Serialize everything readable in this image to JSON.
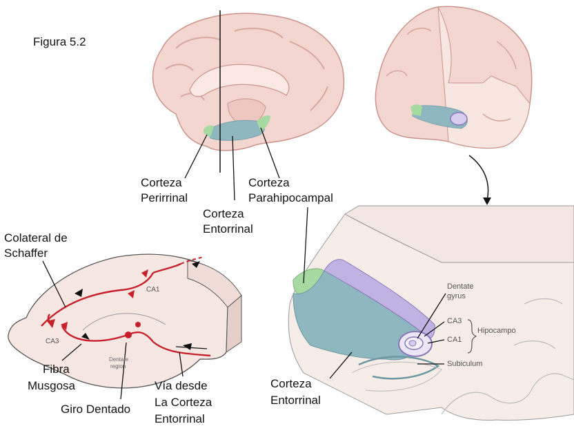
{
  "figure": {
    "title": "Figura 5.2"
  },
  "medial_view": {
    "labels": {
      "perirhinal_1": "Corteza",
      "perirhinal_2": "Perirrinal",
      "entorhinal_1": "Corteza",
      "entorhinal_2": "Entorrinal",
      "parahippo_1": "Corteza",
      "parahippo_2": "Parahipocampal"
    }
  },
  "hippocampus_circuit": {
    "labels": {
      "schaffer_1": "Colateral de",
      "schaffer_2": "Schaffer",
      "mossy_1": "Fibra",
      "mossy_2": "Musgosa",
      "dentate": "Giro Dentado",
      "path_1": "Vía desde",
      "path_2": "La Corteza",
      "path_3": "Entorrinal",
      "ca1": "CA1",
      "ca3": "CA3",
      "region_1": "Dentate",
      "region_2": "region"
    }
  },
  "section_view": {
    "labels": {
      "dentate_1": "Dentate",
      "dentate_2": "gyrus",
      "ca3": "CA3",
      "ca1": "CA1",
      "hippocampus": "Hipocampo",
      "subiculum": "Subiculum",
      "entorhinal_1": "Corteza",
      "entorhinal_2": "Entorrinal"
    }
  },
  "colors": {
    "brain_fill": "#f3d6cf",
    "brain_stroke": "#c9938a",
    "gyri": "#e8c0b8",
    "entorhinal_blue": "#8fb7c0",
    "perirhinal_green": "#a7d9a2",
    "ca_purple": "#b7a9d9",
    "circuit_red": "#c8202a"
  }
}
